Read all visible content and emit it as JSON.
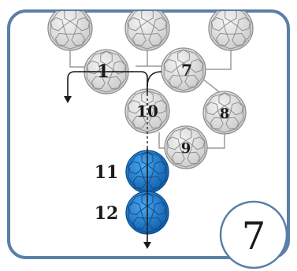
{
  "corner_label": "7",
  "balls": [
    {
      "id": "top-1",
      "label": "",
      "kind": "grey"
    },
    {
      "id": "top-2",
      "label": "",
      "kind": "grey"
    },
    {
      "id": "top-3",
      "label": "",
      "kind": "grey"
    },
    {
      "id": "ball-1",
      "label": "1",
      "kind": "grey"
    },
    {
      "id": "ball-7",
      "label": "7",
      "kind": "grey"
    },
    {
      "id": "ball-8",
      "label": "8",
      "kind": "grey"
    },
    {
      "id": "ball-10",
      "label": "10",
      "kind": "grey"
    },
    {
      "id": "ball-9",
      "label": "9",
      "kind": "grey"
    },
    {
      "id": "ball-11",
      "label": "11",
      "kind": "blue"
    },
    {
      "id": "ball-12",
      "label": "12",
      "kind": "blue"
    }
  ],
  "colors": {
    "frame": "#5b7fa6",
    "grey_fill": "#d9d9d9",
    "grey_stroke": "#8f8f8f",
    "blue_fill": "#1e7fd0",
    "blue_dark": "#0d4f91",
    "line": "#9a9a9a",
    "arrow": "#1a1a1a"
  }
}
